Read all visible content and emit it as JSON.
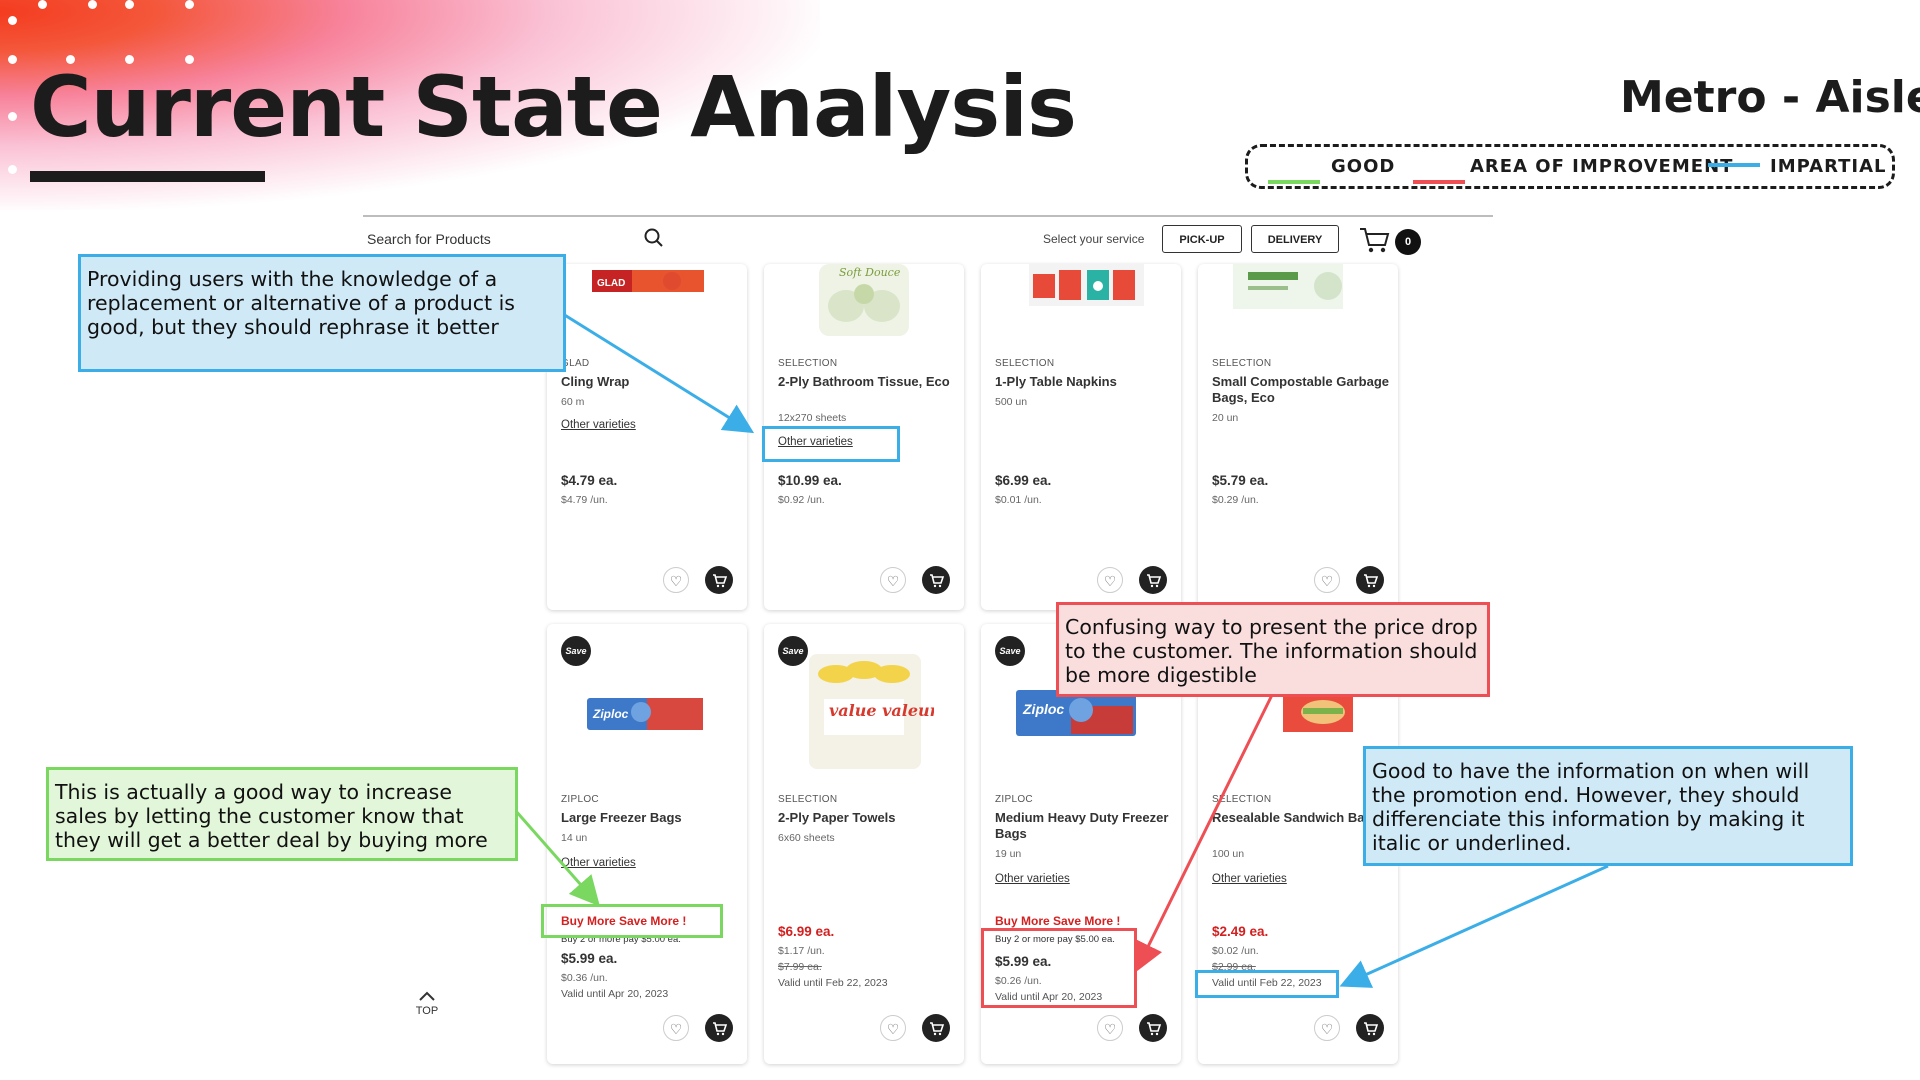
{
  "slide": {
    "title": "Current State Analysis",
    "subtitle": "Metro - Aisle",
    "legend": {
      "good": "GOOD",
      "improvement": "AREA OF IMPROVEMENT",
      "impartial": "IMPARTIAL",
      "colors": {
        "good": "#7ad860",
        "improvement": "#ee4f54",
        "impartial": "#3baee8"
      }
    }
  },
  "header": {
    "search_placeholder": "Search for Products",
    "service_label": "Select your service",
    "pickup_label": "PICK-UP",
    "delivery_label": "DELIVERY",
    "cart_count": "0"
  },
  "products": [
    {
      "brand": "GLAD",
      "name": "Cling Wrap",
      "size": "60 m",
      "varieties": "Other varieties",
      "price": "$4.79 ea.",
      "unit": "$4.79 /un."
    },
    {
      "brand": "SELECTION",
      "name": "2-Ply Bathroom Tissue, Eco",
      "size": "12x270 sheets",
      "varieties": "Other varieties",
      "price": "$10.99 ea.",
      "unit": "$0.92 /un."
    },
    {
      "brand": "SELECTION",
      "name": "1-Ply Table Napkins",
      "size": "500 un",
      "price": "$6.99 ea.",
      "unit": "$0.01 /un."
    },
    {
      "brand": "SELECTION",
      "name": "Small Compostable Garbage Bags, Eco",
      "size": "20 un",
      "price": "$5.79 ea.",
      "unit": "$0.29 /un."
    },
    {
      "badge": "Save",
      "brand": "ZIPLOC",
      "name": "Large Freezer Bags",
      "size": "14 un",
      "varieties": "Other varieties",
      "promo": "Buy More Save More !",
      "promo_sub": "Buy 2 or more pay $5.00 ea.",
      "price": "$5.99 ea.",
      "unit": "$0.36 /un.",
      "valid": "Valid until Apr 20, 2023"
    },
    {
      "badge": "Save",
      "brand": "SELECTION",
      "name": "2-Ply Paper Towels",
      "size": "6x60 sheets",
      "price": "$6.99 ea.",
      "unit": "$1.17 /un.",
      "old_price": "$7.99 ea.",
      "valid": "Valid until Feb 22, 2023"
    },
    {
      "badge": "Save",
      "brand": "ZIPLOC",
      "name": "Medium Heavy Duty Freezer Bags",
      "size": "19 un",
      "varieties": "Other varieties",
      "promo": "Buy More Save More !",
      "promo_sub": "Buy 2 or more pay $5.00 ea.",
      "price": "$5.99 ea.",
      "unit": "$0.26 /un.",
      "valid": "Valid until Apr 20, 2023"
    },
    {
      "brand": "SELECTION",
      "name": "Resealable Sandwich Bags",
      "size": "100 un",
      "varieties": "Other varieties",
      "price": "$2.49 ea.",
      "unit": "$0.02 /un.",
      "old_price": "$2.99 ea.",
      "valid": "Valid until Feb 22, 2023"
    }
  ],
  "top_label": "TOP",
  "annotations": {
    "replacement": "Providing users with the knowledge of a replacement or alternative of a product is good, but they should rephrase it better",
    "buy_more": "This is actually a good way to increase sales by letting the customer know that they will get a better deal by buying more",
    "price_drop": "Confusing way to present the price drop to the customer. The information should be more digestible",
    "promo_end": "Good to have the information on when will the promotion end. However, they should differenciate this information by making it italic or underlined."
  },
  "image_labels": {
    "glad": "GLAD",
    "tissue": "Soft Douce",
    "ziploc": "Ziploc",
    "value": "value valeur"
  }
}
